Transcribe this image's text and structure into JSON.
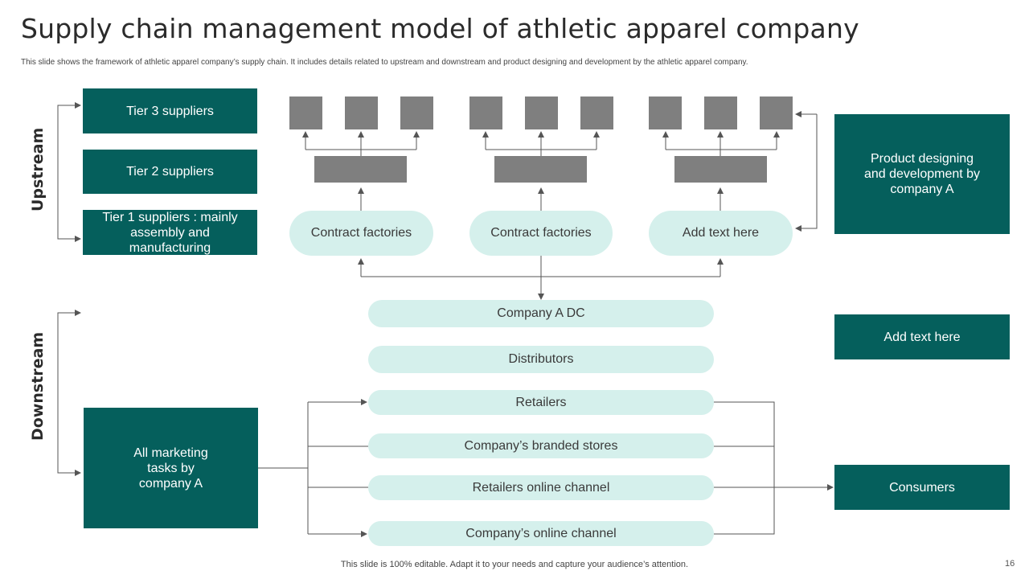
{
  "title": "Supply chain management model of athletic apparel company",
  "subtitle": "This slide shows the framework of athletic apparel company’s supply chain. It includes details related to upstream and downstream and product designing and development by the athletic apparel company.",
  "upstream_label": "Upstream",
  "downstream_label": "Downstream",
  "tiers": {
    "tier3": "Tier 3 suppliers",
    "tier2": "Tier 2 suppliers",
    "tier1": "Tier 1 suppliers : mainly assembly and manufacturing"
  },
  "factories": {
    "f1": "Contract factories",
    "f2": "Contract factories",
    "f3": "Add text here"
  },
  "product_design": "Product designing and development by company A",
  "add_text_right": "Add text here",
  "channels": {
    "dc": "Company A DC",
    "distributors": "Distributors",
    "retailers": "Retailers",
    "branded_stores": "Company’s branded stores",
    "retailers_online": "Retailers online channel",
    "company_online": "Company’s online channel"
  },
  "marketing": "All marketing tasks by company A",
  "consumers": "Consumers",
  "footer": "This slide is 100% editable. Adapt it to your needs and capture your audience’s attention.",
  "page_number": "16",
  "colors": {
    "teal": "#055f5c",
    "light_teal": "#d5f0ec",
    "gray": "#7f7f7f",
    "line": "#555555"
  }
}
